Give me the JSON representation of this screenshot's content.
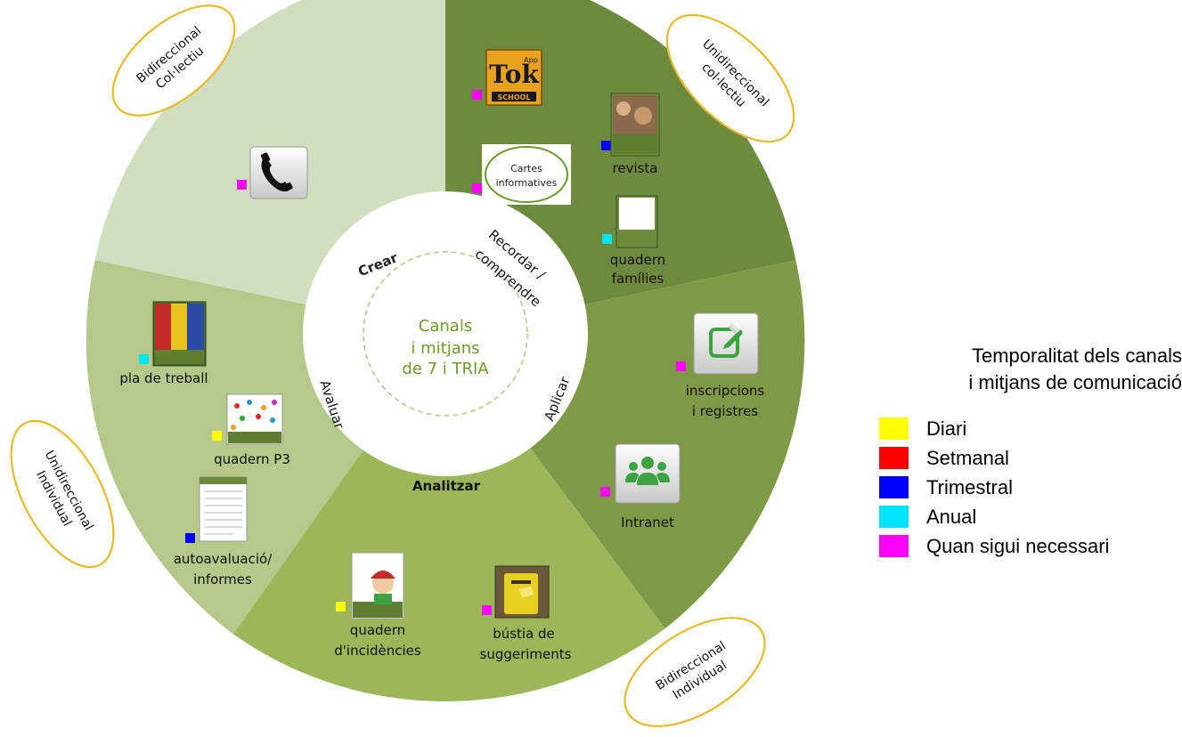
{
  "center": {
    "line1": "Canals",
    "line2": "i mitjans",
    "line3": "de 7 i TRIA"
  },
  "phases": {
    "crear": "Crear",
    "recordar": "Recordar /",
    "comprendre": "comprendre",
    "aplicar": "Aplicar",
    "analitzar": "Analitzar",
    "avaluar": "Avaluar"
  },
  "quadrants": {
    "bidir_collectiu": {
      "line1": "Bidireccional",
      "line2": "Col·lectiu"
    },
    "unidir_collectiu": {
      "line1": "Unidireccional",
      "line2": "col·lectiu"
    },
    "bidir_individual": {
      "line1": "Bidireccional",
      "line2": "Individual"
    },
    "unidir_individual": {
      "line1": "Unidireccional",
      "line2": "Individual"
    }
  },
  "channels": {
    "tokapp": {
      "logo_top": "Tok",
      "logo_app": "App",
      "logo_bottom": "SCHOOL",
      "freq": "magenta"
    },
    "cartes": {
      "line1": "Cartes",
      "line2": "informatives",
      "freq": "magenta"
    },
    "revista": {
      "label": "revista",
      "freq": "blue"
    },
    "quadern_families": {
      "line1": "quadern",
      "line2": "famílies",
      "freq": "cyan"
    },
    "telefon": {
      "icon": "phone-icon",
      "freq": "magenta"
    },
    "inscripcions": {
      "line1": "inscripcions",
      "line2": "i registres",
      "icon": "edit-icon",
      "freq": "magenta"
    },
    "intranet": {
      "label": "Intranet",
      "icon": "group-icon",
      "freq": "magenta"
    },
    "pla_treball": {
      "label": "pla de treball",
      "freq": "cyan"
    },
    "quadern_p3": {
      "label": "quadern P3",
      "freq": "yellow"
    },
    "autoavaluacio": {
      "line1": "autoavaluació/",
      "line2": "informes",
      "freq": "blue"
    },
    "quadern_incidencies": {
      "line1": "quadern",
      "line2": "d'incidències",
      "freq": "yellow"
    },
    "bustia": {
      "line1": "bústia de",
      "line2": "suggeriments",
      "freq": "magenta"
    }
  },
  "legend": {
    "title_line1": "Temporalitat dels canals",
    "title_line2": "i mitjans de comunicació",
    "items": [
      {
        "label": "Diari",
        "color": "#ffff00"
      },
      {
        "label": "Setmanal",
        "color": "#ff0000"
      },
      {
        "label": "Trimestral",
        "color": "#0000ff"
      },
      {
        "label": "Anual",
        "color": "#00e5ff"
      },
      {
        "label": "Quan sigui necessari",
        "color": "#ff00ff"
      }
    ]
  },
  "colors": {
    "crear": "#d2dfbf",
    "recordar": "#6e8a3e",
    "aplicar": "#7f9a47",
    "analitzar": "#9bb759",
    "avaluar": "#b4c98a",
    "center_text": "#6e9a2c",
    "ellipse": "#e8b928"
  }
}
